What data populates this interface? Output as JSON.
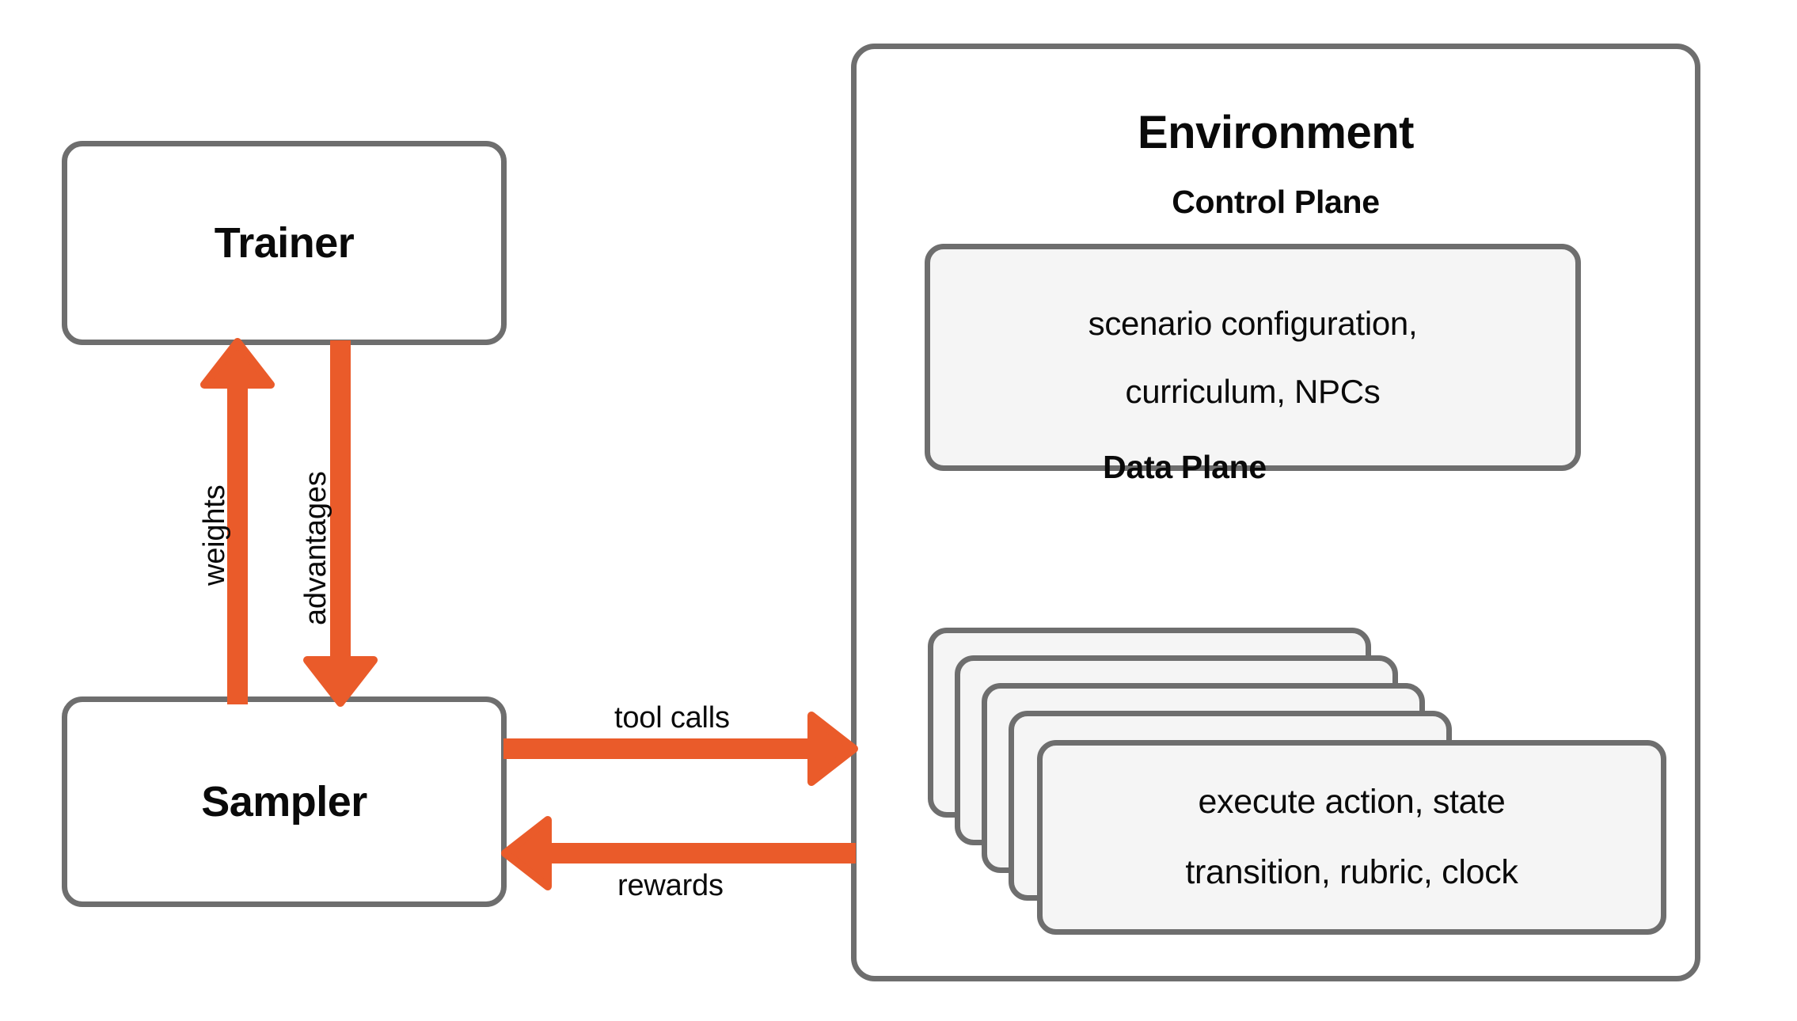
{
  "diagram": {
    "title": "RL training loop with environment control and data planes",
    "colors": {
      "arrow": "#EA5B2A",
      "border": "#6E6E6E",
      "card_fill": "#F5F5F5",
      "text": "#0A0A0A",
      "background": "#FFFFFF"
    },
    "nodes": {
      "trainer": {
        "label": "Trainer"
      },
      "sampler": {
        "label": "Sampler"
      },
      "environment": {
        "label": "Environment"
      },
      "control_plane": {
        "label": "Control Plane",
        "card_lines": [
          "scenario configuration,",
          "curriculum, NPCs"
        ]
      },
      "data_plane": {
        "label": "Data Plane",
        "card_count": 5,
        "card_lines": [
          "execute action, state",
          "transition, rubric, clock"
        ]
      }
    },
    "edges": {
      "weights": {
        "label": "weights",
        "from": "Sampler",
        "to": "Trainer",
        "direction": "up"
      },
      "advantages": {
        "label": "advantages",
        "from": "Trainer",
        "to": "Sampler",
        "direction": "down"
      },
      "tool_calls": {
        "label": "tool calls",
        "from": "Sampler",
        "to": "Environment",
        "direction": "right"
      },
      "rewards": {
        "label": "rewards",
        "from": "Environment",
        "to": "Sampler",
        "direction": "left"
      }
    }
  }
}
